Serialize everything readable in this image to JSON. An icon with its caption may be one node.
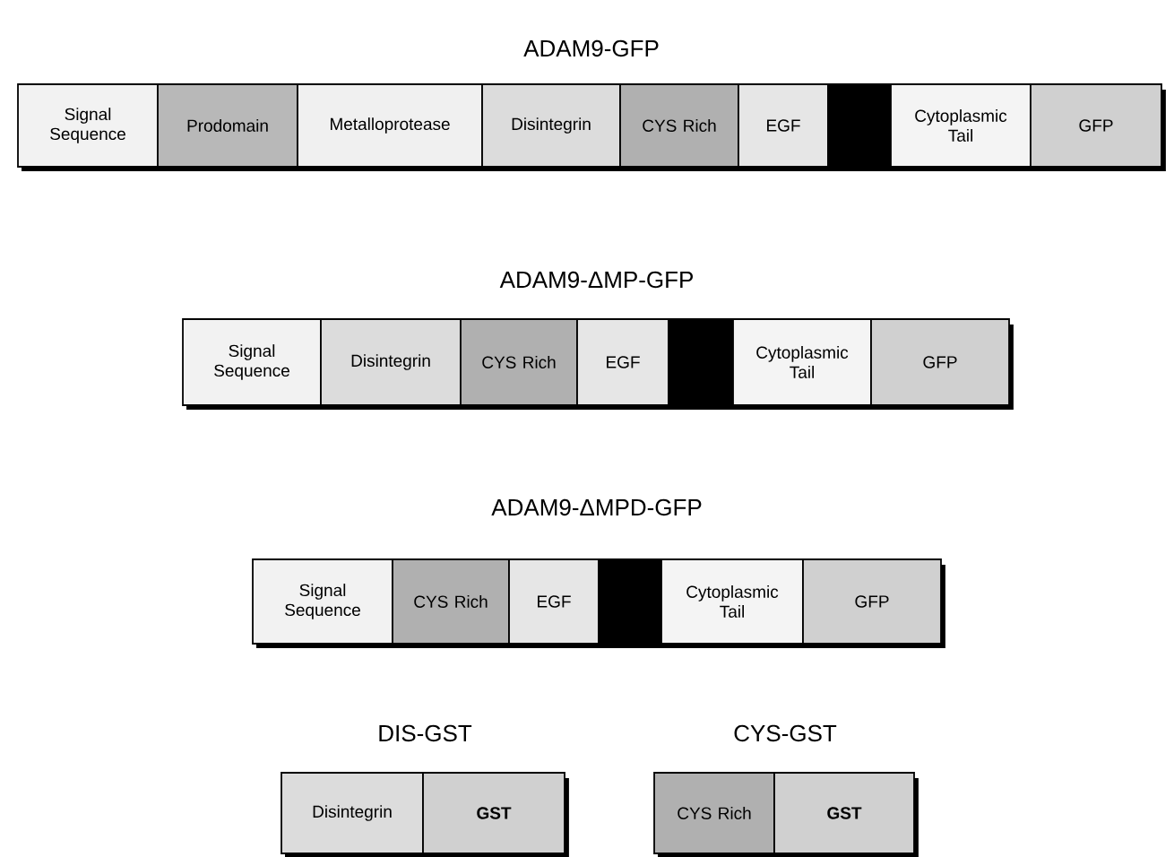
{
  "diagram": {
    "nodes": [
      {
        "text": [
          "Signal Sequence"
        ]
      },
      {
        "text": [
          "Prodomain"
        ]
      },
      {
        "text": [
          "Metalloprotease"
        ]
      },
      {
        "text": [
          "Disintegrin"
        ]
      },
      {
        "text": [
          "CYS Rich"
        ]
      },
      {
        "text": [
          "EGF"
        ]
      },
      {
        "text": [],
        "shape": "box"
      },
      {
        "text": [
          "Cytoplasmic Tail"
        ]
      },
      {
        "text": [
          "GFP"
        ]
      },
      {
        "text": [
          "Signal Sequence"
        ]
      },
      {
        "text": [
          "Disintegrin"
        ]
      },
      {
        "text": [
          "CYS Rich"
        ]
      },
      {
        "text": [
          "EGF"
        ]
      },
      {
        "text": [],
        "shape": "box"
      },
      {
        "text": [
          "Cytoplasmic Tail"
        ]
      },
      {
        "text": [
          "GFP"
        ]
      },
      {
        "text": [
          "Signal Sequence"
        ]
      },
      {
        "text": [
          "CYS Rich"
        ]
      },
      {
        "text": [
          "EGF"
        ]
      },
      {
        "text": [],
        "shape": "box"
      },
      {
        "text": [
          "Cytoplasmic Tail"
        ]
      },
      {
        "text": [
          "GFP"
        ]
      },
      {
        "text": [
          "Disintegrin"
        ]
      },
      {
        "text": [
          "**GST**"
        ]
      },
      {
        "text": [
          "CYS Rich"
        ]
      },
      {
        "text": [
          "**GST**"
        ]
      }
    ],
    "labels": [
      "ADAM9-GFP",
      "ADAM9-ΔMP-GFP",
      "ADAM9-ΔMPD-GFP",
      "DIS-GST",
      "CYS-GST"
    ]
  }
}
